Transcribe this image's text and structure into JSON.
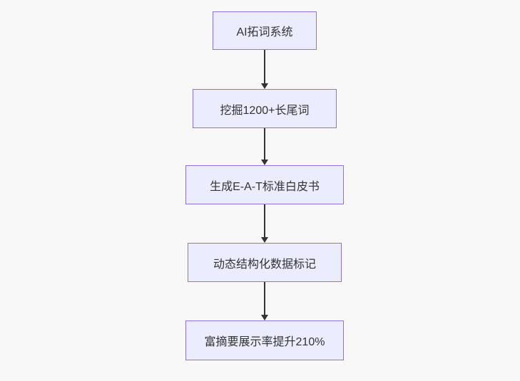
{
  "canvas": {
    "colors": {
      "background": "#f8f8f8",
      "node_fill": "#ececff",
      "node_border": "#9370db",
      "arrow": "#333333",
      "text": "#333333"
    }
  },
  "flowchart": {
    "direction": "top-down",
    "nodes": [
      {
        "id": "node-1",
        "label": "AI拓词系统"
      },
      {
        "id": "node-2",
        "label": "挖掘1200+长尾词"
      },
      {
        "id": "node-3",
        "label": "生成E-A-T标准白皮书"
      },
      {
        "id": "node-4",
        "label": "动态结构化数据标记"
      },
      {
        "id": "node-5",
        "label": "富摘要展示率提升210%"
      }
    ],
    "edges": [
      {
        "from": "node-1",
        "to": "node-2"
      },
      {
        "from": "node-2",
        "to": "node-3"
      },
      {
        "from": "node-3",
        "to": "node-4"
      },
      {
        "from": "node-4",
        "to": "node-5"
      }
    ]
  }
}
